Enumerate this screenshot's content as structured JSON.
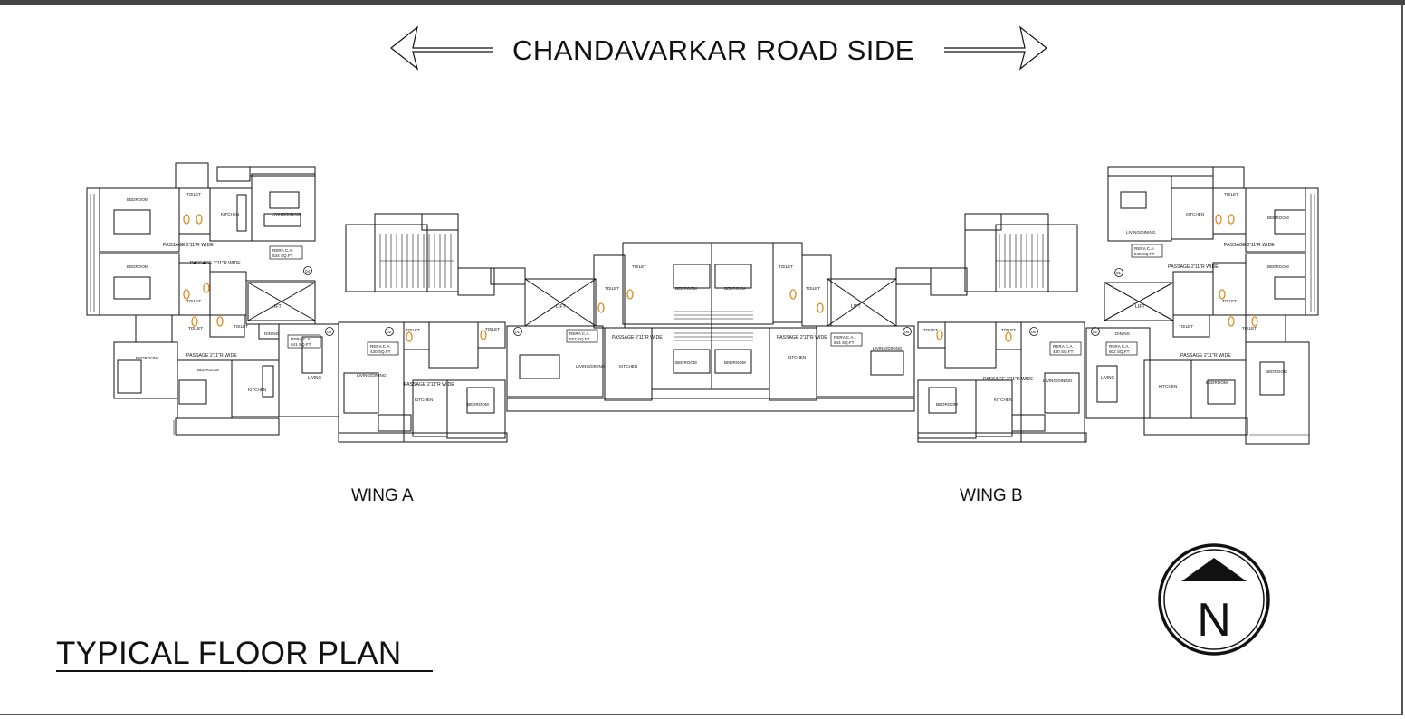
{
  "header": {
    "road_label": "CHANDAVARKAR ROAD SIDE"
  },
  "wings": {
    "a": "WING A",
    "b": "WING B"
  },
  "title": "TYPICAL FLOOR PLAN",
  "compass": {
    "letter": "N"
  },
  "colors": {
    "line": "#111111",
    "fixture": "#e08a1e",
    "frame": "#555555"
  },
  "rooms": [
    {
      "label": "BEDROOM"
    },
    {
      "label": "TOILET"
    },
    {
      "label": "KITCHEN"
    },
    {
      "label": "LIVING/DINING"
    },
    {
      "label": "PASSAGE 2'11\"R WIDE"
    },
    {
      "label": "LIFT"
    },
    {
      "label": "LIVING"
    },
    {
      "label": "DINING"
    }
  ],
  "rera": [
    {
      "label": "RERA C.A.",
      "area": "534 SQ.FT"
    },
    {
      "label": "RERA C.A.",
      "area": "541 SQ.FT"
    },
    {
      "label": "RERA C.A.",
      "area": "430 SQ.FT"
    },
    {
      "label": "RERA C.A.",
      "area": "557 SQ.FT"
    },
    {
      "label": "RERA C.A.",
      "area": "544 SQ.FT"
    },
    {
      "label": "RERA C.A.",
      "area": "430 SQ.FT"
    },
    {
      "label": "RERA C.A.",
      "area": "602 SQ.FT"
    },
    {
      "label": "RERA C.A.",
      "area": "545 SQ.FT"
    }
  ],
  "flat_numbers": [
    "01",
    "02",
    "03",
    "04",
    "05",
    "06"
  ]
}
